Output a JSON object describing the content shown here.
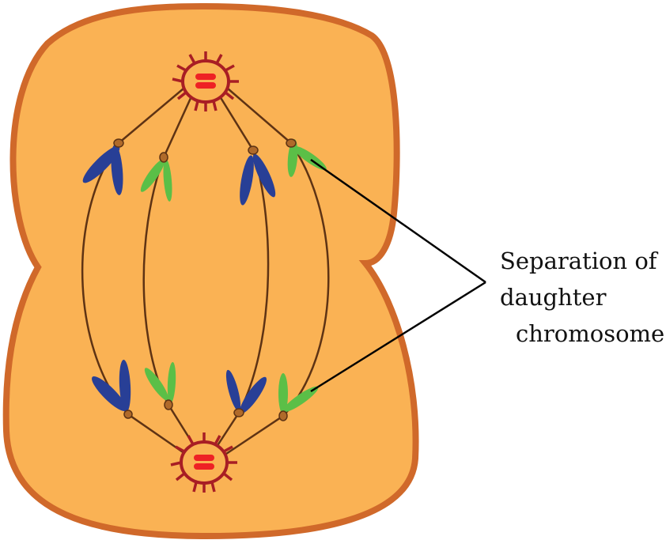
{
  "diagram": {
    "label_lines": [
      "Separation of",
      "daughter",
      "chromosome"
    ],
    "colors": {
      "cytoplasm": "#FAB254",
      "membrane": "#D0692A",
      "centrosome": "#A81E24",
      "centriole": "#EE2124",
      "fiber": "#5E3314",
      "kinetochore": "#B06A2A",
      "chromatid_blue": "#283F96",
      "chromatid_green": "#5BBF47",
      "pointer": "#000000"
    }
  }
}
